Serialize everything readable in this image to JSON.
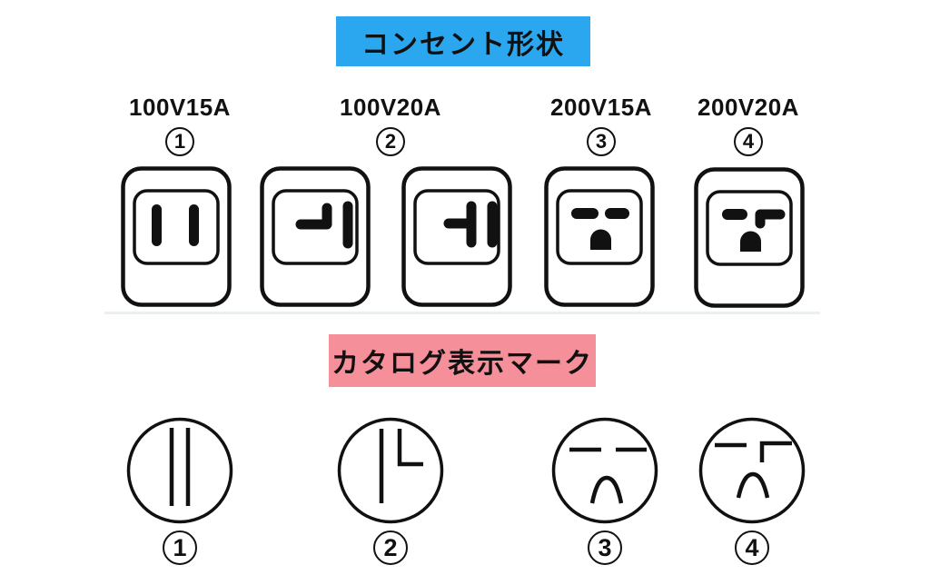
{
  "sections": {
    "outlet_shapes": {
      "title": "コンセント形状",
      "banner_color": "#2ba7f0",
      "columns": [
        {
          "label": "100V15A",
          "number": "1"
        },
        {
          "label": "100V20A",
          "number": "2"
        },
        {
          "label": "200V15A",
          "number": "3"
        },
        {
          "label": "200V20A",
          "number": "4"
        }
      ]
    },
    "catalog_marks": {
      "title": "カタログ表示マーク",
      "banner_color": "#f5909b",
      "marks": [
        {
          "number": "1"
        },
        {
          "number": "2"
        },
        {
          "number": "3"
        },
        {
          "number": "4"
        }
      ]
    }
  },
  "colors": {
    "line": "#111111",
    "background": "#ffffff"
  }
}
